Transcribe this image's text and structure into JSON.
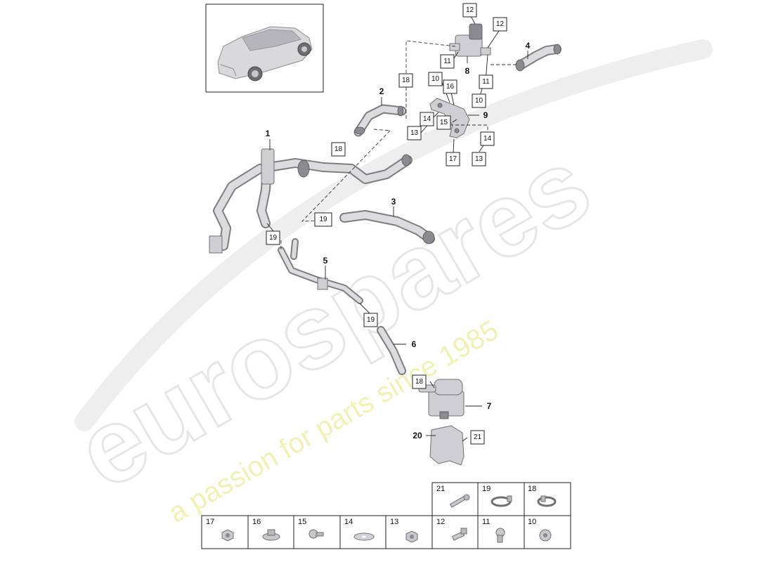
{
  "watermark": {
    "brand": "eurospares",
    "tagline": "a passion for parts since 1985"
  },
  "part_labels": [
    {
      "id": "p1",
      "text": "1"
    },
    {
      "id": "p2",
      "text": "2"
    },
    {
      "id": "p3",
      "text": "3"
    },
    {
      "id": "p4",
      "text": "4"
    },
    {
      "id": "p5",
      "text": "5"
    },
    {
      "id": "p6",
      "text": "6"
    },
    {
      "id": "p7",
      "text": "7"
    },
    {
      "id": "p8",
      "text": "8"
    },
    {
      "id": "p9",
      "text": "9"
    },
    {
      "id": "p20",
      "text": "20"
    }
  ],
  "callouts": [
    {
      "id": "c12a",
      "text": "12"
    },
    {
      "id": "c12b",
      "text": "12"
    },
    {
      "id": "c11a",
      "text": "11"
    },
    {
      "id": "c11b",
      "text": "11"
    },
    {
      "id": "c10a",
      "text": "10"
    },
    {
      "id": "c10b",
      "text": "10"
    },
    {
      "id": "c16",
      "text": "16"
    },
    {
      "id": "c14a",
      "text": "14"
    },
    {
      "id": "c15",
      "text": "15"
    },
    {
      "id": "c13a",
      "text": "13"
    },
    {
      "id": "c14b",
      "text": "14"
    },
    {
      "id": "c13b",
      "text": "13"
    },
    {
      "id": "c17",
      "text": "17"
    },
    {
      "id": "c18a",
      "text": "18"
    },
    {
      "id": "c18b",
      "text": "18"
    },
    {
      "id": "c18c",
      "text": "18"
    },
    {
      "id": "c19a",
      "text": "19"
    },
    {
      "id": "c19b",
      "text": "19"
    },
    {
      "id": "c19c",
      "text": "19"
    },
    {
      "id": "c21",
      "text": "21"
    }
  ],
  "parts_grid": {
    "top_row": [
      "21",
      "19",
      "18"
    ],
    "bottom_row": [
      "17",
      "16",
      "15",
      "14",
      "13",
      "12",
      "11",
      "10"
    ]
  }
}
